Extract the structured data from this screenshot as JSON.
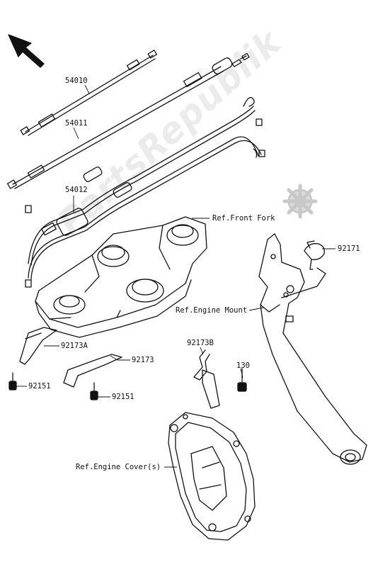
{
  "watermark": "PartsRepublik",
  "parts": {
    "p54010": "54010",
    "p54011": "54011",
    "p54012": "54012",
    "p92171": "92171",
    "p92173A": "92173A",
    "p92173": "92173",
    "p92173B": "92173B",
    "p130": "130",
    "p92151_left": "92151",
    "p92151_mid": "92151"
  },
  "refs": {
    "front_fork": "Ref.Front Fork",
    "engine_mount": "Ref.Engine Mount",
    "engine_cover": "Ref.Engine Cover(s)"
  },
  "colors": {
    "line": "#111111",
    "watermark_gray": "#c8c8c8"
  },
  "icons": [
    "front-direction-arrow-icon",
    "gear-watermark-icon"
  ]
}
